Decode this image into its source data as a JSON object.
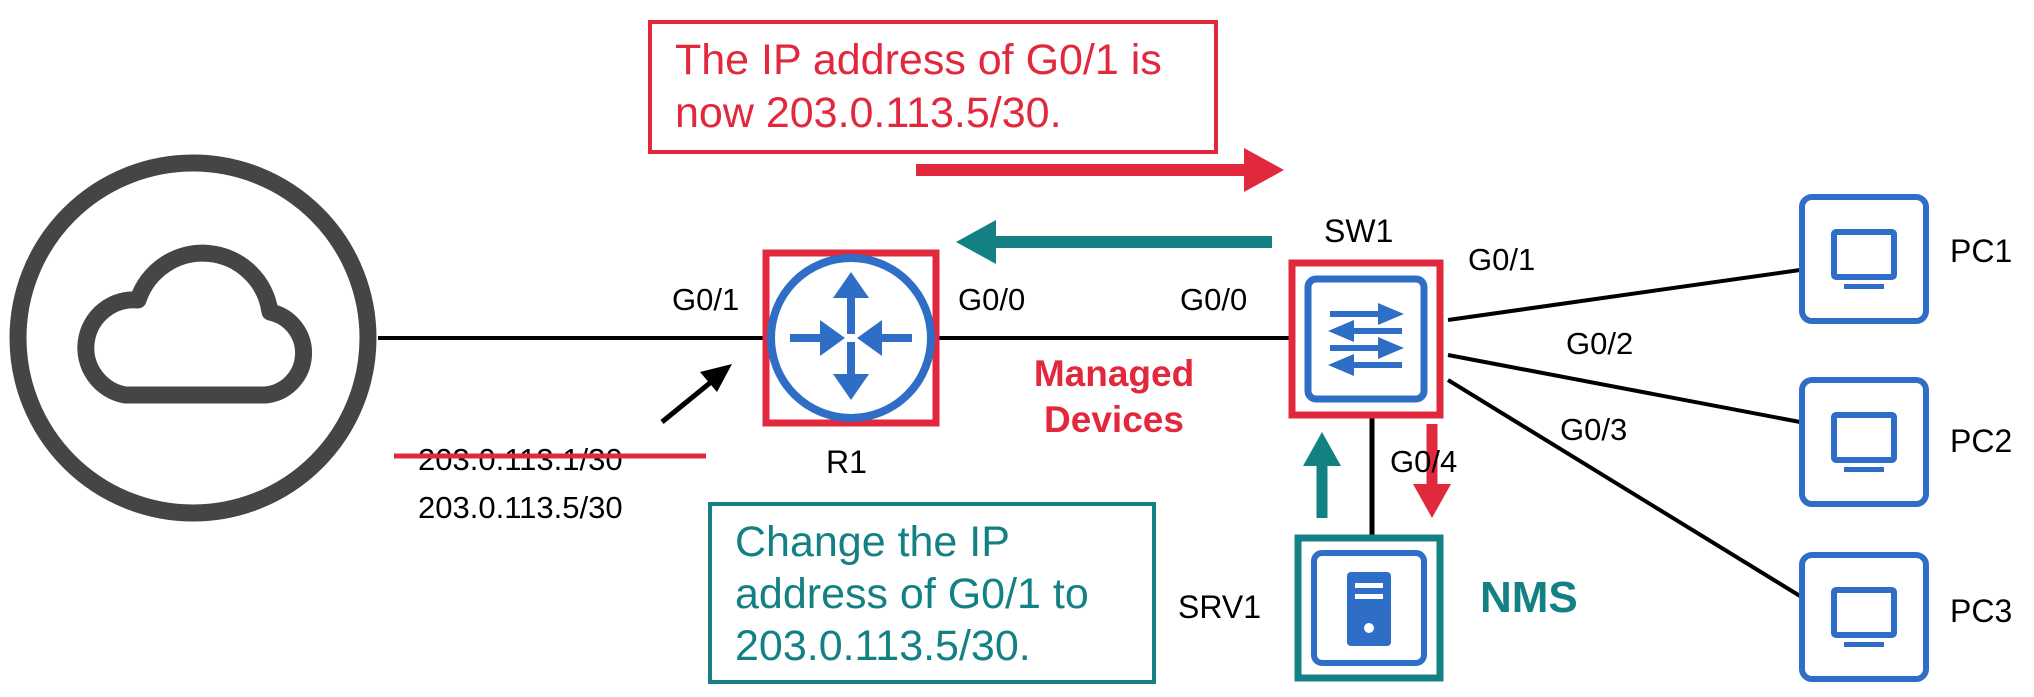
{
  "colors": {
    "red": "#e2283d",
    "teal": "#138183",
    "blue": "#2f6ec6",
    "dark": "#454545",
    "black": "#000000"
  },
  "icons": {
    "internet": "cloud-icon",
    "r1": "router-icon",
    "sw1": "switch-icon",
    "srv1": "server-icon",
    "pcs": "pc-monitor-icon"
  },
  "callouts": {
    "response": {
      "line1": "The IP address of G0/1 is",
      "line2": "now 203.0.113.5/30."
    },
    "request": {
      "line1": "Change the IP",
      "line2": "address of G0/1 to",
      "line3": "203.0.113.5/30."
    }
  },
  "devices": {
    "r1": "R1",
    "sw1": "SW1",
    "srv1": "SRV1",
    "nms": "NMS",
    "pc1": "PC1",
    "pc2": "PC2",
    "pc3": "PC3"
  },
  "interfaces": {
    "r1_g01": "G0/1",
    "r1_g00": "G0/0",
    "sw1_g00": "G0/0",
    "sw1_g01": "G0/1",
    "sw1_g02": "G0/2",
    "sw1_g03": "G0/3",
    "sw1_g04": "G0/4"
  },
  "managed": {
    "line1": "Managed",
    "line2": "Devices"
  },
  "ip": {
    "old": "203.0.113.1/30",
    "new": "203.0.113.5/30"
  }
}
